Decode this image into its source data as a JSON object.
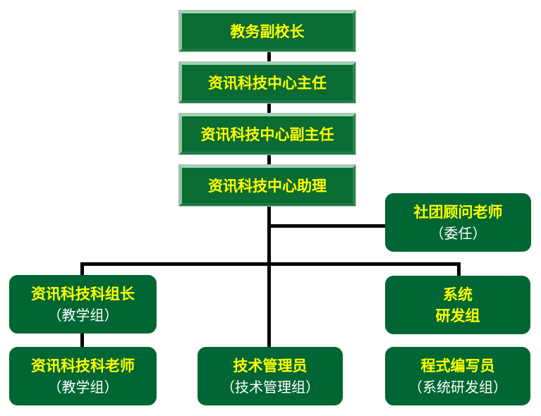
{
  "chain": [
    "教务副校长",
    "资讯科技中心主任",
    "资讯科技中心副主任",
    "资讯科技中心助理"
  ],
  "club_advisor": {
    "title": "社团顾问老师",
    "sub": "（委任）"
  },
  "teaching_head": {
    "title": "资讯科技科组长",
    "sub": "（教学组）"
  },
  "teacher": {
    "title": "资讯科技科老师",
    "sub": "（教学组）"
  },
  "tech_admin": {
    "title": "技术管理员",
    "sub": "（技术管理组）"
  },
  "sys_dev": {
    "title": "系统",
    "sub": "研发组"
  },
  "programmer": {
    "title": "程式编写员",
    "sub": "（系统研发组）"
  },
  "colors": {
    "box": "#006633",
    "title": "#ffff00",
    "sub": "#ffffff"
  }
}
